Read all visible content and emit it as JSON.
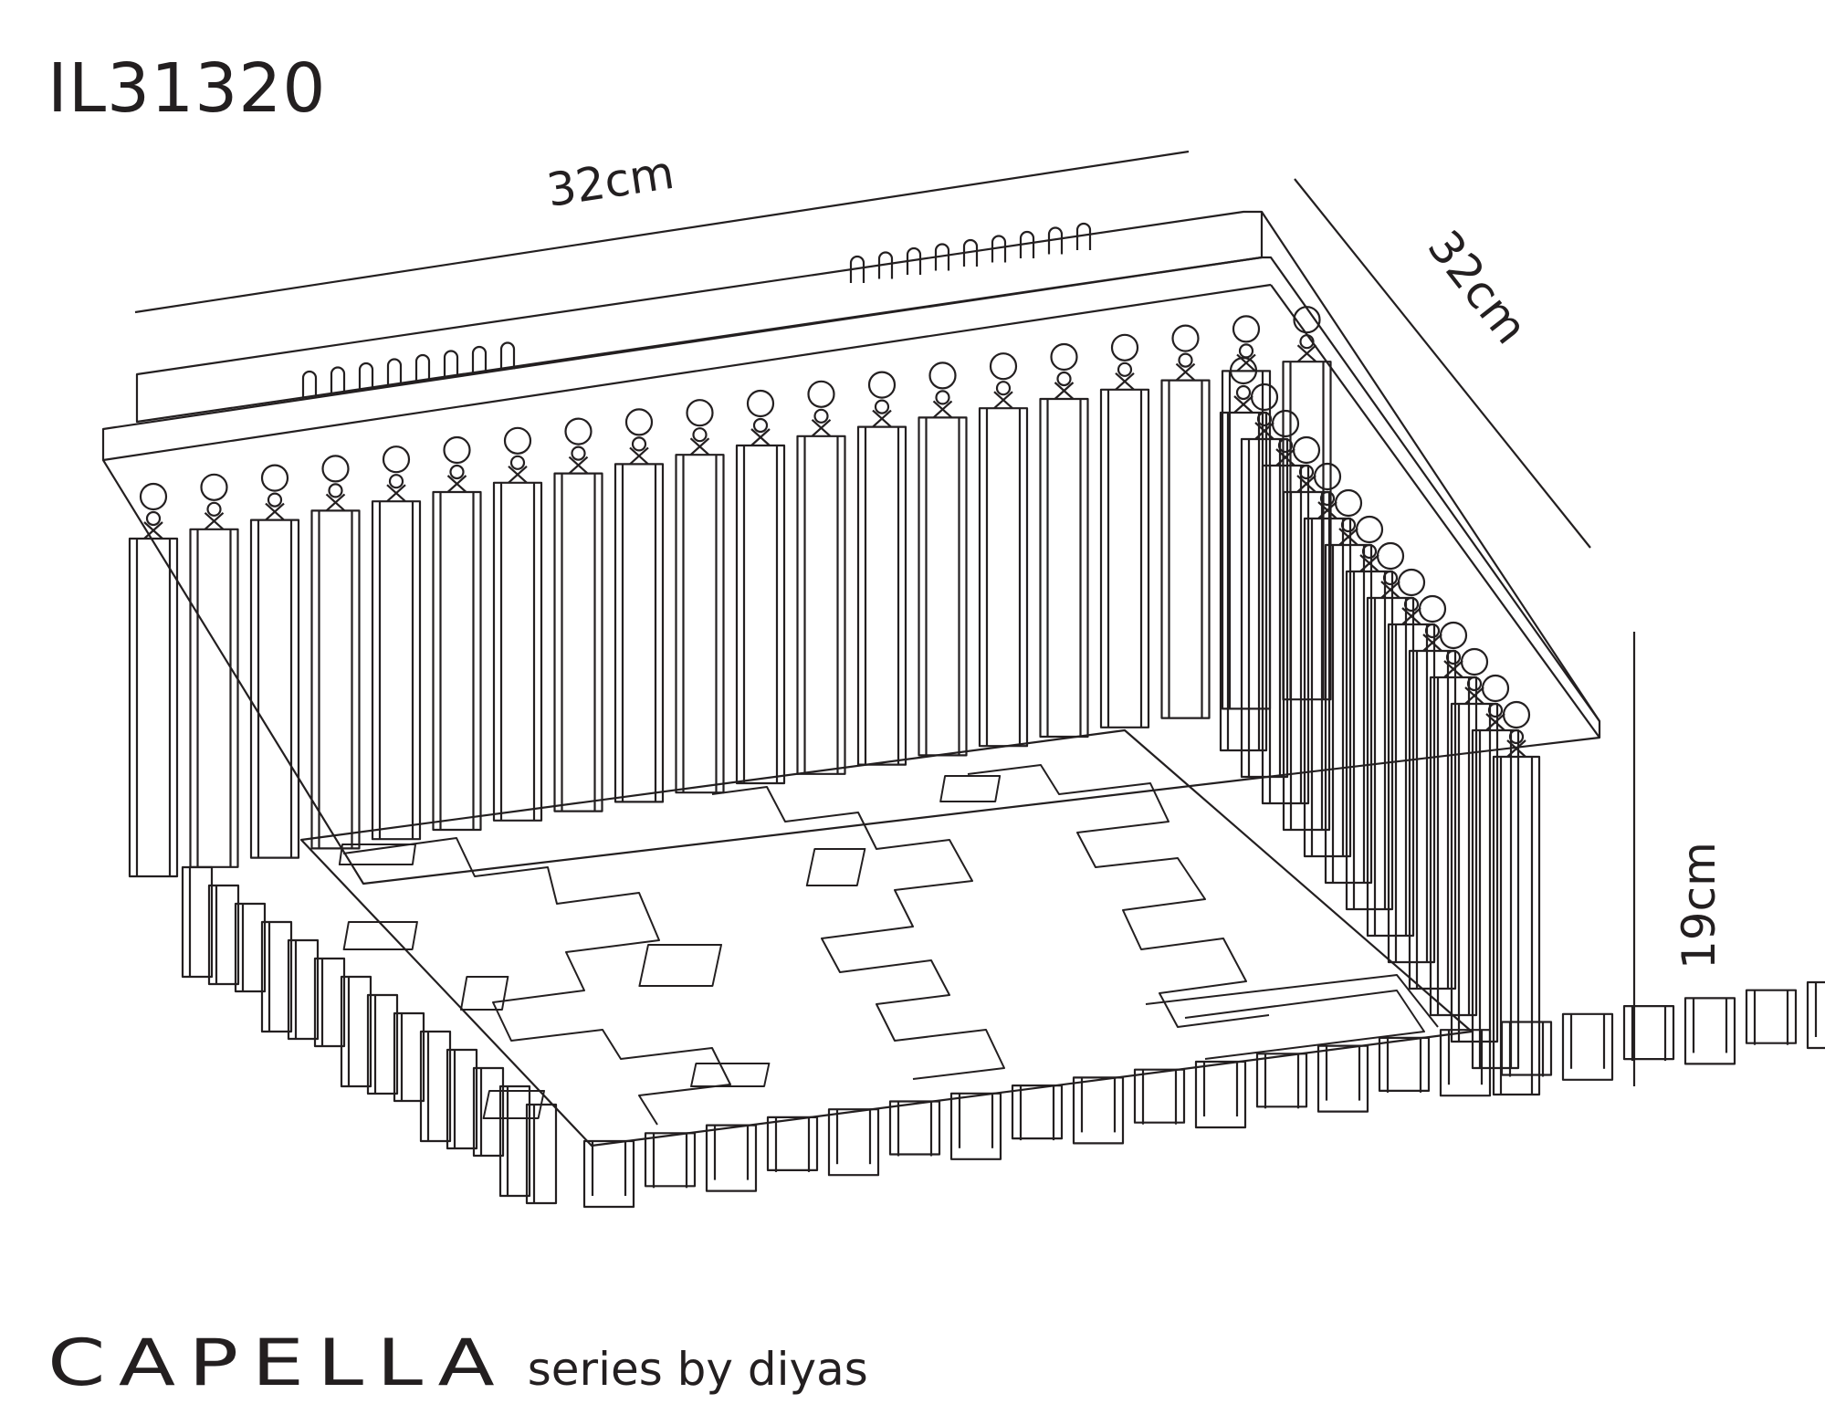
{
  "product": {
    "model_code": "IL31320",
    "series_name": "CAPELLA",
    "series_by": "series by diyas"
  },
  "dimensions": {
    "width": "32cm",
    "depth": "32cm",
    "height": "19cm"
  },
  "colors": {
    "line": "#231f20",
    "background": "#ffffff"
  }
}
